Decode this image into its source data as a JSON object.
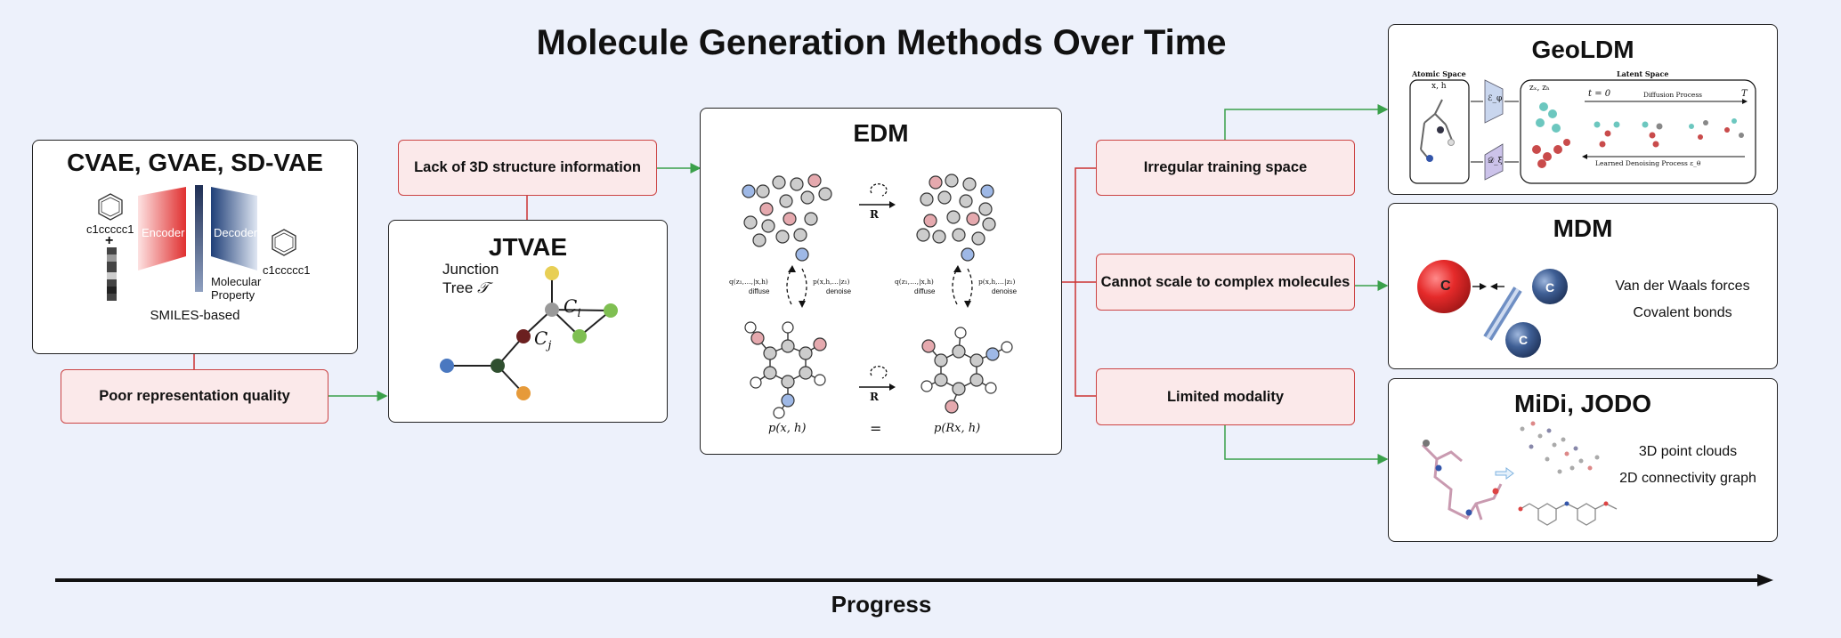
{
  "title": "Molecule Generation Methods Over Time",
  "progress_label": "Progress",
  "cvae": {
    "title": "CVAE, GVAE, SD-VAE",
    "smiles_in": "c1ccccc1",
    "plus": "+",
    "encoder": "Encoder",
    "decoder": "Decoder",
    "smiles_out": "c1ccccc1",
    "molecular_property": "Molecular\nProperty",
    "caption": "SMILES-based"
  },
  "issues_left": {
    "poor_representation": "Poor representation quality",
    "lack_3d": "Lack of 3D structure information"
  },
  "jtvae": {
    "title": "JTVAE",
    "junction_tree": "Junction\nTree",
    "tree_symbol": "𝒯",
    "ci": "C",
    "ci_sub": "i",
    "cj": "C",
    "cj_sub": "j",
    "node_colors": [
      "#e8cf55",
      "#9a9a9a",
      "#7fbf52",
      "#7fbf52",
      "#6b2020",
      "#2f4f2f",
      "#4a78c0",
      "#e69a3a"
    ]
  },
  "edm": {
    "title": "EDM",
    "rot_label": "R",
    "diffuse": "diffuse",
    "denoise": "denoise",
    "q_label": "q(z₁,…,|x,h)",
    "p_label": "p(x,h,…|z₁)",
    "p_xh": "p(x, h)",
    "equals": "=",
    "p_rxh": "p(Rx, h)"
  },
  "issues_right": {
    "irregular": "Irregular training space",
    "cannot_scale": "Cannot scale to complex molecules",
    "limited": "Limited modality"
  },
  "geoldm": {
    "title": "GeoLDM",
    "atomic_space": "Atomic Space",
    "xh": "x, h",
    "latent_space": "Latent Space",
    "zxzh": "zₓ, zₕ",
    "t0": "t = 0",
    "diffusion_process": "Diffusion Process",
    "T": "T",
    "denoising_process": "Learned Denoising Process ε_θ",
    "enc": "ℰ_φ",
    "dec": "𝒟_ξ"
  },
  "mdm": {
    "title": "MDM",
    "atom_label": "C",
    "vdw": "Van der Waals forces",
    "covalent": "Covalent bonds"
  },
  "midi": {
    "title": "MiDi, JODO",
    "point_clouds": "3D point clouds",
    "connectivity": "2D connectivity graph"
  },
  "colors": {
    "issue_fill": "#fbe9ea",
    "issue_border": "#cc4444",
    "arrow_green": "#3aa04a",
    "red_line": "#cc3333",
    "encoder_red": "#e03030",
    "decoder_blue": "#1f3f78",
    "atom_red": "#d92b2b",
    "atom_blue": "#3f5f95"
  }
}
